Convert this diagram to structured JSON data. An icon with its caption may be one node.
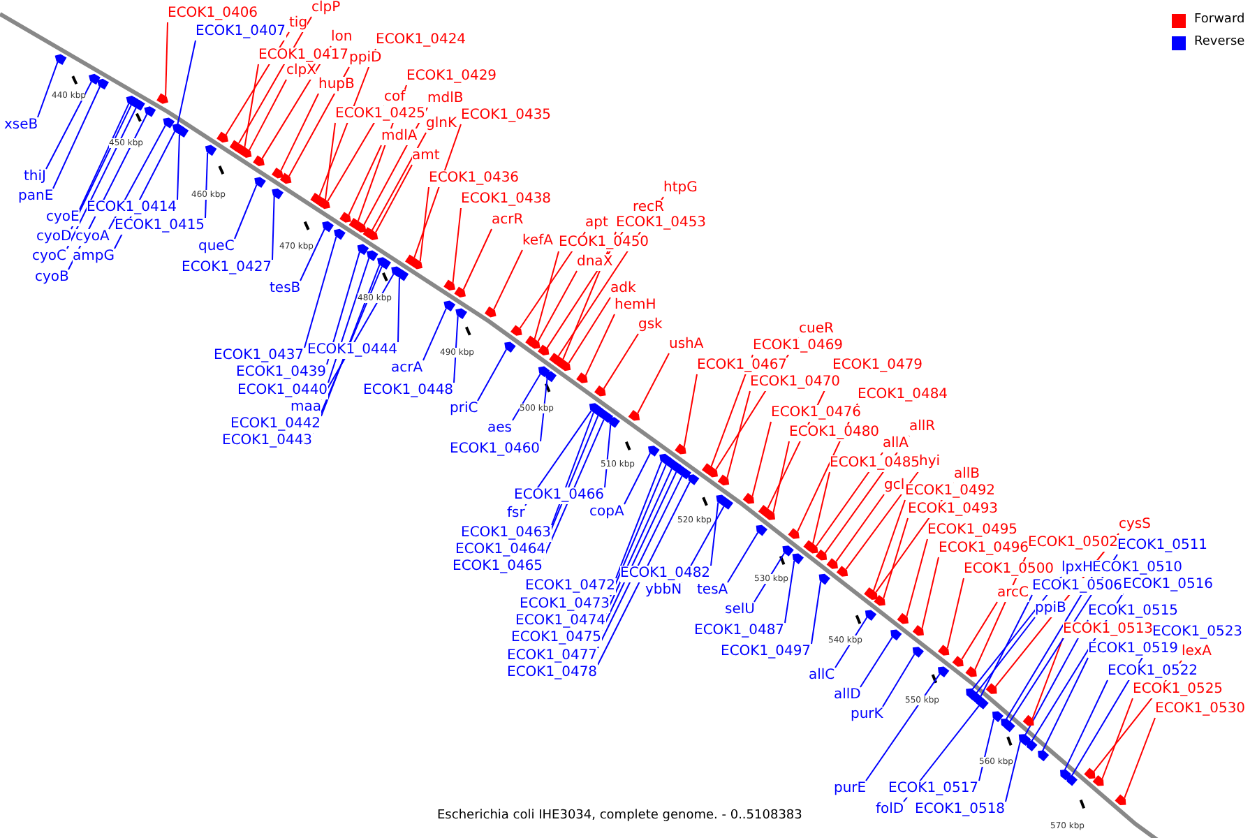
{
  "diagram": {
    "caption": "Escherichia coli IHE3034, complete genome. - 0..5108383",
    "nodes": [
      {
        "text": [
          "ECOK1_0406"
        ]
      },
      {
        "text": [
          "ECOK1_0407"
        ]
      },
      {
        "text": [
          "tig"
        ]
      },
      {
        "text": [
          "clpP"
        ]
      },
      {
        "text": [
          "lon"
        ]
      },
      {
        "text": [
          "ECOK1_0417"
        ]
      },
      {
        "text": [
          "ppiD"
        ]
      },
      {
        "text": [
          "ECOK1_0424"
        ]
      },
      {
        "text": [
          "clpX"
        ]
      },
      {
        "text": [
          "hupB"
        ]
      },
      {
        "text": [
          "ECOK1_0429"
        ]
      },
      {
        "text": [
          "cof"
        ]
      },
      {
        "text": [
          "mdlB"
        ]
      },
      {
        "text": [
          "ECOK1_0425"
        ]
      },
      {
        "text": [
          "mdlA"
        ]
      },
      {
        "text": [
          "glnK"
        ]
      },
      {
        "text": [
          "ECOK1_0435"
        ]
      },
      {
        "text": [
          "amt"
        ]
      },
      {
        "text": [
          "ECOK1_0436"
        ]
      },
      {
        "text": [
          "ECOK1_0438"
        ]
      },
      {
        "text": [
          "acrR"
        ]
      },
      {
        "text": [
          "htpG"
        ]
      },
      {
        "text": [
          "recR"
        ]
      },
      {
        "text": [
          "apt"
        ]
      },
      {
        "text": [
          "ECOK1_0453"
        ]
      },
      {
        "text": [
          "kefA"
        ]
      },
      {
        "text": [
          "ECOK1_0450"
        ]
      },
      {
        "text": [
          "dnaX"
        ]
      },
      {
        "text": [
          "adk"
        ]
      },
      {
        "text": [
          "hemH"
        ]
      },
      {
        "text": [
          "gsk"
        ]
      },
      {
        "text": [
          "ushA"
        ]
      },
      {
        "text": [
          "cueR"
        ]
      },
      {
        "text": [
          "ECOK1_0469"
        ]
      },
      {
        "text": [
          "ECOK1_0467"
        ]
      },
      {
        "text": [
          "ECOK1_0479"
        ]
      },
      {
        "text": [
          "ECOK1_0470"
        ]
      },
      {
        "text": [
          "ECOK1_0484"
        ]
      },
      {
        "text": [
          "ECOK1_0476"
        ]
      },
      {
        "text": [
          "allR"
        ]
      },
      {
        "text": [
          "ECOK1_0480"
        ]
      },
      {
        "text": [
          "allA"
        ]
      },
      {
        "text": [
          "ECOK1_0485"
        ]
      },
      {
        "text": [
          "hyi"
        ]
      },
      {
        "text": [
          "allB"
        ]
      },
      {
        "text": [
          "gcl"
        ]
      },
      {
        "text": [
          "ECOK1_0492"
        ]
      },
      {
        "text": [
          "ECOK1_0493"
        ]
      },
      {
        "text": [
          "ECOK1_0495"
        ]
      },
      {
        "text": [
          "ECOK1_0496"
        ]
      },
      {
        "text": [
          "cysS"
        ]
      },
      {
        "text": [
          "ECOK1_0502"
        ]
      },
      {
        "text": [
          "ECOK1_0500"
        ]
      },
      {
        "text": [
          "arcC"
        ]
      },
      {
        "text": [
          "ECOK1_0513"
        ]
      },
      {
        "text": [
          "lexA"
        ]
      },
      {
        "text": [
          "ECOK1_0525"
        ]
      },
      {
        "text": [
          "ECOK1_0530"
        ]
      },
      {
        "text": [
          "xseB"
        ]
      },
      {
        "text": [
          "thiJ"
        ]
      },
      {
        "text": [
          "panE"
        ]
      },
      {
        "text": [
          "ECOK1_0414"
        ]
      },
      {
        "text": [
          "cyoE"
        ]
      },
      {
        "text": [
          "ECOK1_0415"
        ]
      },
      {
        "text": [
          "cyoD"
        ]
      },
      {
        "text": [
          "cyoA"
        ]
      },
      {
        "text": [
          "queC"
        ]
      },
      {
        "text": [
          "cyoC"
        ]
      },
      {
        "text": [
          "ampG"
        ]
      },
      {
        "text": [
          "ECOK1_0427"
        ]
      },
      {
        "text": [
          "cyoB"
        ]
      },
      {
        "text": [
          "tesB"
        ]
      },
      {
        "text": [
          "ECOK1_0444"
        ]
      },
      {
        "text": [
          "ECOK1_0437"
        ]
      },
      {
        "text": [
          "acrA"
        ]
      },
      {
        "text": [
          "ECOK1_0439"
        ]
      },
      {
        "text": [
          "ECOK1_0440"
        ]
      },
      {
        "text": [
          "ECOK1_0448"
        ]
      },
      {
        "text": [
          "maa"
        ]
      },
      {
        "text": [
          "priC"
        ]
      },
      {
        "text": [
          "ECOK1_0442"
        ]
      },
      {
        "text": [
          "aes"
        ]
      },
      {
        "text": [
          "ECOK1_0443"
        ]
      },
      {
        "text": [
          "ECOK1_0460"
        ]
      },
      {
        "text": [
          "ECOK1_0466"
        ]
      },
      {
        "text": [
          "copA"
        ]
      },
      {
        "text": [
          "fsr"
        ]
      },
      {
        "text": [
          "ECOK1_0463"
        ]
      },
      {
        "text": [
          "ECOK1_0464"
        ]
      },
      {
        "text": [
          "ECOK1_0465"
        ]
      },
      {
        "text": [
          "ECOK1_0482"
        ]
      },
      {
        "text": [
          "ECOK1_0472"
        ]
      },
      {
        "text": [
          "ybbN"
        ]
      },
      {
        "text": [
          "tesA"
        ]
      },
      {
        "text": [
          "ECOK1_0473"
        ]
      },
      {
        "text": [
          "selU"
        ]
      },
      {
        "text": [
          "ECOK1_0474"
        ]
      },
      {
        "text": [
          "ECOK1_0487"
        ]
      },
      {
        "text": [
          "ECOK1_0475"
        ]
      },
      {
        "text": [
          "ECOK1_0497"
        ]
      },
      {
        "text": [
          "ECOK1_0477"
        ]
      },
      {
        "text": [
          "ECOK1_0478"
        ]
      },
      {
        "text": [
          "allC"
        ]
      },
      {
        "text": [
          "allD"
        ]
      },
      {
        "text": [
          "purK"
        ]
      },
      {
        "text": [
          "purE"
        ]
      },
      {
        "text": [
          "ECOK1_0517"
        ]
      },
      {
        "text": [
          "folD"
        ]
      },
      {
        "text": [
          "ECOK1_0518"
        ]
      },
      {
        "text": [
          "ECOK1_0511"
        ]
      },
      {
        "text": [
          "lpxH"
        ]
      },
      {
        "text": [
          "ECOK1_0510"
        ]
      },
      {
        "text": [
          "ECOK1_0506"
        ]
      },
      {
        "text": [
          "ECOK1_0516"
        ]
      },
      {
        "text": [
          "ppiB"
        ]
      },
      {
        "text": [
          "ECOK1_0515"
        ]
      },
      {
        "text": [
          "ECOK1_0523"
        ]
      },
      {
        "text": [
          "ECOK1_0519"
        ]
      },
      {
        "text": [
          "ECOK1_0522"
        ]
      },
      {
        "text": [],
        "shape": "arrow"
      },
      {
        "text": [],
        "shape": "arrow"
      },
      {
        "text": [],
        "shape": "arrow"
      },
      {
        "text": [],
        "shape": "arrow"
      },
      {
        "text": [],
        "shape": "arrow"
      },
      {
        "text": [],
        "shape": "arrow"
      },
      {
        "text": [],
        "shape": "arrow"
      },
      {
        "text": [],
        "shape": "arrow"
      },
      {
        "text": [],
        "shape": "arrow"
      },
      {
        "text": [],
        "shape": "arrow"
      },
      {
        "text": [],
        "shape": "arrow"
      },
      {
        "text": [],
        "shape": "arrow"
      },
      {
        "text": [],
        "shape": "arrow"
      },
      {
        "text": [],
        "shape": "arrow"
      },
      {
        "text": [],
        "shape": "arrow"
      },
      {
        "text": [],
        "shape": "arrow"
      },
      {
        "text": [],
        "shape": "arrow"
      },
      {
        "text": [],
        "shape": "arrow"
      },
      {
        "text": [],
        "shape": "arrow"
      },
      {
        "text": [],
        "shape": "arrow"
      },
      {
        "text": [],
        "shape": "arrow"
      },
      {
        "text": [],
        "shape": "arrow"
      },
      {
        "text": [],
        "shape": "arrow"
      },
      {
        "text": [],
        "shape": "arrow"
      },
      {
        "text": [],
        "shape": "arrow"
      },
      {
        "text": [],
        "shape": "arrow"
      },
      {
        "text": [],
        "shape": "arrow"
      },
      {
        "text": [],
        "shape": "arrow"
      },
      {
        "text": [],
        "shape": "arrow"
      },
      {
        "text": [],
        "shape": "arrow"
      },
      {
        "text": [],
        "shape": "arrow"
      },
      {
        "text": [],
        "shape": "arrow"
      },
      {
        "text": [],
        "shape": "arrow"
      },
      {
        "text": [],
        "shape": "arrow"
      },
      {
        "text": [],
        "shape": "arrow"
      },
      {
        "text": [],
        "shape": "arrow"
      },
      {
        "text": [],
        "shape": "arrow"
      },
      {
        "text": [],
        "shape": "arrow"
      },
      {
        "text": [],
        "shape": "arrow"
      },
      {
        "text": [],
        "shape": "arrow"
      },
      {
        "text": [],
        "shape": "arrow"
      },
      {
        "text": [],
        "shape": "arrow"
      },
      {
        "text": [],
        "shape": "arrow"
      },
      {
        "text": [],
        "shape": "arrow"
      },
      {
        "text": [],
        "shape": "arrow"
      },
      {
        "text": [],
        "shape": "arrow"
      },
      {
        "text": [],
        "shape": "arrow"
      },
      {
        "text": [],
        "shape": "arrow"
      },
      {
        "text": [],
        "shape": "arrow"
      },
      {
        "text": [],
        "shape": "arrow"
      },
      {
        "text": [],
        "shape": "arrow"
      },
      {
        "text": [],
        "shape": "arrow"
      },
      {
        "text": [],
        "shape": "arrow"
      },
      {
        "text": [],
        "shape": "arrow"
      },
      {
        "text": [],
        "shape": "arrow"
      },
      {
        "text": [],
        "shape": "arrow"
      },
      {
        "text": [],
        "shape": "arrow"
      },
      {
        "text": [],
        "shape": "arrow"
      },
      {
        "text": [],
        "shape": "arrow"
      },
      {
        "text": [],
        "shape": "arrow"
      },
      {
        "text": [],
        "shape": "arrow"
      },
      {
        "text": [],
        "shape": "arrow"
      },
      {
        "text": [],
        "shape": "arrow"
      },
      {
        "text": [],
        "shape": "arrow"
      },
      {
        "text": [],
        "shape": "arrow"
      },
      {
        "text": [],
        "shape": "arrow"
      },
      {
        "text": [],
        "shape": "arrow"
      },
      {
        "text": [],
        "shape": "arrow"
      },
      {
        "text": [],
        "shape": "arrow"
      },
      {
        "text": [],
        "shape": "arrow"
      },
      {
        "text": [],
        "shape": "arrow"
      },
      {
        "text": [],
        "shape": "arrow"
      },
      {
        "text": [],
        "shape": "arrow"
      },
      {
        "text": [],
        "shape": "arrow"
      },
      {
        "text": [],
        "shape": "arrow"
      },
      {
        "text": [],
        "shape": "arrow"
      },
      {
        "text": [],
        "shape": "arrow"
      },
      {
        "text": [],
        "shape": "arrow"
      },
      {
        "text": [],
        "shape": "arrow"
      },
      {
        "text": [],
        "shape": "arrow"
      },
      {
        "text": [],
        "shape": "arrow"
      },
      {
        "text": [],
        "shape": "arrow"
      },
      {
        "text": [],
        "shape": "arrow"
      },
      {
        "text": [],
        "shape": "arrow"
      },
      {
        "text": [],
        "shape": "arrow"
      },
      {
        "text": [],
        "shape": "arrow"
      },
      {
        "text": [],
        "shape": "arrow"
      },
      {
        "text": [],
        "shape": "arrow"
      },
      {
        "text": [],
        "shape": "arrow"
      },
      {
        "text": [],
        "shape": "arrow"
      },
      {
        "text": [],
        "shape": "arrow"
      },
      {
        "text": [],
        "shape": "arrow"
      },
      {
        "text": [],
        "shape": "arrow"
      },
      {
        "text": [],
        "shape": "arrow"
      },
      {
        "text": [],
        "shape": "arrow"
      },
      {
        "text": [],
        "shape": "arrow"
      },
      {
        "text": [],
        "shape": "arrow"
      },
      {
        "text": [],
        "shape": "arrow"
      },
      {
        "text": [],
        "shape": "arrow"
      },
      {
        "text": [],
        "shape": "arrow"
      },
      {
        "text": [],
        "shape": "arrow"
      },
      {
        "text": [],
        "shape": "arrow"
      },
      {
        "text": [],
        "shape": "arrow"
      },
      {
        "text": [],
        "shape": "arrow"
      },
      {
        "text": [],
        "shape": "arrow"
      },
      {
        "text": [],
        "shape": "arrow"
      },
      {
        "text": [],
        "shape": "arrow"
      },
      {
        "text": [],
        "shape": "arrow"
      },
      {
        "text": [],
        "shape": "arrow"
      },
      {
        "text": [],
        "shape": "arrow"
      },
      {
        "text": [],
        "shape": "arrow"
      },
      {
        "text": [],
        "shape": "arrow"
      },
      {
        "text": [],
        "shape": "arrow"
      },
      {
        "text": [],
        "shape": "arrow"
      },
      {
        "text": [],
        "shape": "arrow"
      },
      {
        "text": [],
        "shape": "arrow"
      },
      {
        "text": [],
        "shape": "arrow"
      },
      {
        "text": [],
        "shape": "arrow"
      },
      {
        "text": [],
        "shape": "arrow"
      }
    ],
    "edges": [
      {
        "from": 0,
        "to": 119,
        "arrow": "none",
        "color": "#ff0000"
      },
      {
        "from": 1,
        "to": 120,
        "arrow": "none",
        "color": "#0000ff"
      },
      {
        "from": 2,
        "to": 121,
        "arrow": "none",
        "color": "#ff0000"
      },
      {
        "from": 3,
        "to": 122,
        "arrow": "none",
        "color": "#ff0000"
      },
      {
        "from": 4,
        "to": 123,
        "arrow": "none",
        "color": "#ff0000"
      },
      {
        "from": 5,
        "to": 124,
        "arrow": "none",
        "color": "#ff0000"
      },
      {
        "from": 6,
        "to": 125,
        "arrow": "none",
        "color": "#ff0000"
      },
      {
        "from": 7,
        "to": 126,
        "arrow": "none",
        "color": "#ff0000"
      },
      {
        "from": 8,
        "to": 127,
        "arrow": "none",
        "color": "#ff0000"
      },
      {
        "from": 9,
        "to": 128,
        "arrow": "none",
        "color": "#ff0000"
      },
      {
        "from": 10,
        "to": 129,
        "arrow": "none",
        "color": "#ff0000"
      },
      {
        "from": 11,
        "to": 130,
        "arrow": "none",
        "color": "#ff0000"
      },
      {
        "from": 12,
        "to": 131,
        "arrow": "none",
        "color": "#ff0000"
      },
      {
        "from": 13,
        "to": 132,
        "arrow": "none",
        "color": "#ff0000"
      },
      {
        "from": 14,
        "to": 133,
        "arrow": "none",
        "color": "#ff0000"
      },
      {
        "from": 15,
        "to": 134,
        "arrow": "none",
        "color": "#ff0000"
      },
      {
        "from": 16,
        "to": 135,
        "arrow": "none",
        "color": "#ff0000"
      },
      {
        "from": 17,
        "to": 136,
        "arrow": "none",
        "color": "#ff0000"
      },
      {
        "from": 18,
        "to": 137,
        "arrow": "none",
        "color": "#ff0000"
      },
      {
        "from": 19,
        "to": 138,
        "arrow": "none",
        "color": "#ff0000"
      },
      {
        "from": 20,
        "to": 139,
        "arrow": "none",
        "color": "#ff0000"
      },
      {
        "from": 21,
        "to": 140,
        "arrow": "none",
        "color": "#ff0000"
      },
      {
        "from": 22,
        "to": 141,
        "arrow": "none",
        "color": "#ff0000"
      },
      {
        "from": 23,
        "to": 142,
        "arrow": "none",
        "color": "#ff0000"
      },
      {
        "from": 24,
        "to": 143,
        "arrow": "none",
        "color": "#ff0000"
      },
      {
        "from": 25,
        "to": 144,
        "arrow": "none",
        "color": "#ff0000"
      },
      {
        "from": 26,
        "to": 145,
        "arrow": "none",
        "color": "#ff0000"
      },
      {
        "from": 27,
        "to": 146,
        "arrow": "none",
        "color": "#ff0000"
      },
      {
        "from": 28,
        "to": 147,
        "arrow": "none",
        "color": "#ff0000"
      },
      {
        "from": 29,
        "to": 148,
        "arrow": "none",
        "color": "#ff0000"
      },
      {
        "from": 30,
        "to": 149,
        "arrow": "none",
        "color": "#ff0000"
      },
      {
        "from": 31,
        "to": 150,
        "arrow": "none",
        "color": "#ff0000"
      },
      {
        "from": 32,
        "to": 151,
        "arrow": "none",
        "color": "#ff0000"
      },
      {
        "from": 33,
        "to": 152,
        "arrow": "none",
        "color": "#ff0000"
      },
      {
        "from": 34,
        "to": 153,
        "arrow": "none",
        "color": "#ff0000"
      },
      {
        "from": 35,
        "to": 154,
        "arrow": "none",
        "color": "#ff0000"
      },
      {
        "from": 36,
        "to": 155,
        "arrow": "none",
        "color": "#ff0000"
      },
      {
        "from": 37,
        "to": 156,
        "arrow": "none",
        "color": "#ff0000"
      },
      {
        "from": 38,
        "to": 157,
        "arrow": "none",
        "color": "#ff0000"
      },
      {
        "from": 39,
        "to": 158,
        "arrow": "none",
        "color": "#ff0000"
      },
      {
        "from": 40,
        "to": 159,
        "arrow": "none",
        "color": "#ff0000"
      },
      {
        "from": 41,
        "to": 160,
        "arrow": "none",
        "color": "#ff0000"
      },
      {
        "from": 42,
        "to": 161,
        "arrow": "none",
        "color": "#ff0000"
      },
      {
        "from": 43,
        "to": 162,
        "arrow": "none",
        "color": "#ff0000"
      },
      {
        "from": 44,
        "to": 163,
        "arrow": "none",
        "color": "#ff0000"
      },
      {
        "from": 45,
        "to": 164,
        "arrow": "none",
        "color": "#ff0000"
      },
      {
        "from": 46,
        "to": 165,
        "arrow": "none",
        "color": "#ff0000"
      },
      {
        "from": 47,
        "to": 166,
        "arrow": "none",
        "color": "#ff0000"
      },
      {
        "from": 48,
        "to": 167,
        "arrow": "none",
        "color": "#ff0000"
      },
      {
        "from": 49,
        "to": 168,
        "arrow": "none",
        "color": "#ff0000"
      },
      {
        "from": 50,
        "to": 169,
        "arrow": "none",
        "color": "#ff0000"
      },
      {
        "from": 51,
        "to": 170,
        "arrow": "none",
        "color": "#ff0000"
      },
      {
        "from": 52,
        "to": 171,
        "arrow": "none",
        "color": "#ff0000"
      },
      {
        "from": 53,
        "to": 172,
        "arrow": "none",
        "color": "#ff0000"
      },
      {
        "from": 54,
        "to": 173,
        "arrow": "none",
        "color": "#ff0000"
      },
      {
        "from": 55,
        "to": 174,
        "arrow": "none",
        "color": "#ff0000"
      },
      {
        "from": 56,
        "to": 175,
        "arrow": "none",
        "color": "#ff0000"
      },
      {
        "from": 57,
        "to": 176,
        "arrow": "none",
        "color": "#ff0000"
      },
      {
        "from": 58,
        "to": 177,
        "arrow": "none",
        "color": "#0000ff"
      },
      {
        "from": 59,
        "to": 178,
        "arrow": "none",
        "color": "#0000ff"
      },
      {
        "from": 60,
        "to": 179,
        "arrow": "none",
        "color": "#0000ff"
      },
      {
        "from": 61,
        "to": 180,
        "arrow": "none",
        "color": "#0000ff"
      },
      {
        "from": 62,
        "to": 181,
        "arrow": "none",
        "color": "#0000ff"
      },
      {
        "from": 63,
        "to": 182,
        "arrow": "none",
        "color": "#0000ff"
      },
      {
        "from": 64,
        "to": 183,
        "arrow": "none",
        "color": "#0000ff"
      },
      {
        "from": 65,
        "to": 184,
        "arrow": "none",
        "color": "#0000ff"
      },
      {
        "from": 66,
        "to": 185,
        "arrow": "none",
        "color": "#0000ff"
      },
      {
        "from": 67,
        "to": 186,
        "arrow": "none",
        "color": "#0000ff"
      },
      {
        "from": 68,
        "to": 187,
        "arrow": "none",
        "color": "#0000ff"
      },
      {
        "from": 69,
        "to": 188,
        "arrow": "none",
        "color": "#0000ff"
      },
      {
        "from": 70,
        "to": 189,
        "arrow": "none",
        "color": "#0000ff"
      },
      {
        "from": 71,
        "to": 190,
        "arrow": "none",
        "color": "#0000ff"
      },
      {
        "from": 72,
        "to": 191,
        "arrow": "none",
        "color": "#0000ff"
      },
      {
        "from": 73,
        "to": 192,
        "arrow": "none",
        "color": "#0000ff"
      },
      {
        "from": 74,
        "to": 193,
        "arrow": "none",
        "color": "#0000ff"
      },
      {
        "from": 75,
        "to": 194,
        "arrow": "none",
        "color": "#0000ff"
      },
      {
        "from": 76,
        "to": 195,
        "arrow": "none",
        "color": "#0000ff"
      },
      {
        "from": 77,
        "to": 196,
        "arrow": "none",
        "color": "#0000ff"
      },
      {
        "from": 78,
        "to": 197,
        "arrow": "none",
        "color": "#0000ff"
      },
      {
        "from": 79,
        "to": 198,
        "arrow": "none",
        "color": "#0000ff"
      },
      {
        "from": 80,
        "to": 199,
        "arrow": "none",
        "color": "#0000ff"
      },
      {
        "from": 81,
        "to": 200,
        "arrow": "none",
        "color": "#0000ff"
      },
      {
        "from": 82,
        "to": 201,
        "arrow": "none",
        "color": "#0000ff"
      },
      {
        "from": 83,
        "to": 202,
        "arrow": "none",
        "color": "#0000ff"
      },
      {
        "from": 84,
        "to": 203,
        "arrow": "none",
        "color": "#0000ff"
      },
      {
        "from": 85,
        "to": 204,
        "arrow": "none",
        "color": "#0000ff"
      },
      {
        "from": 86,
        "to": 205,
        "arrow": "none",
        "color": "#0000ff"
      },
      {
        "from": 87,
        "to": 206,
        "arrow": "none",
        "color": "#0000ff"
      },
      {
        "from": 88,
        "to": 207,
        "arrow": "none",
        "color": "#0000ff"
      },
      {
        "from": 89,
        "to": 208,
        "arrow": "none",
        "color": "#0000ff"
      },
      {
        "from": 90,
        "to": 209,
        "arrow": "none",
        "color": "#0000ff"
      },
      {
        "from": 91,
        "to": 210,
        "arrow": "none",
        "color": "#0000ff"
      },
      {
        "from": 92,
        "to": 211,
        "arrow": "none",
        "color": "#0000ff"
      },
      {
        "from": 93,
        "to": 212,
        "arrow": "none",
        "color": "#0000ff"
      },
      {
        "from": 94,
        "to": 213,
        "arrow": "none",
        "color": "#0000ff"
      },
      {
        "from": 95,
        "to": 214,
        "arrow": "none",
        "color": "#0000ff"
      },
      {
        "from": 96,
        "to": 215,
        "arrow": "none",
        "color": "#0000ff"
      },
      {
        "from": 97,
        "to": 216,
        "arrow": "none",
        "color": "#0000ff"
      },
      {
        "from": 98,
        "to": 217,
        "arrow": "none",
        "color": "#0000ff"
      },
      {
        "from": 99,
        "to": 218,
        "arrow": "none",
        "color": "#0000ff"
      },
      {
        "from": 100,
        "to": 219,
        "arrow": "none",
        "color": "#0000ff"
      },
      {
        "from": 101,
        "to": 220,
        "arrow": "none",
        "color": "#0000ff"
      },
      {
        "from": 102,
        "to": 221,
        "arrow": "none",
        "color": "#0000ff"
      },
      {
        "from": 103,
        "to": 222,
        "arrow": "none",
        "color": "#0000ff"
      },
      {
        "from": 104,
        "to": 223,
        "arrow": "none",
        "color": "#0000ff"
      },
      {
        "from": 105,
        "to": 224,
        "arrow": "none",
        "color": "#0000ff"
      },
      {
        "from": 106,
        "to": 225,
        "arrow": "none",
        "color": "#0000ff"
      },
      {
        "from": 107,
        "to": 226,
        "arrow": "none",
        "color": "#0000ff"
      },
      {
        "from": 108,
        "to": 227,
        "arrow": "none",
        "color": "#0000ff"
      },
      {
        "from": 109,
        "to": 228,
        "arrow": "none",
        "color": "#0000ff"
      },
      {
        "from": 110,
        "to": 229,
        "arrow": "none",
        "color": "#0000ff"
      },
      {
        "from": 111,
        "to": 230,
        "arrow": "none",
        "color": "#0000ff"
      },
      {
        "from": 112,
        "to": 231,
        "arrow": "none",
        "color": "#0000ff"
      },
      {
        "from": 113,
        "to": 232,
        "arrow": "none",
        "color": "#0000ff"
      },
      {
        "from": 114,
        "to": 233,
        "arrow": "none",
        "color": "#0000ff"
      },
      {
        "from": 115,
        "to": 234,
        "arrow": "none",
        "color": "#0000ff"
      },
      {
        "from": 116,
        "to": 235,
        "arrow": "none",
        "color": "#0000ff"
      },
      {
        "from": 117,
        "to": 236,
        "arrow": "none",
        "color": "#0000ff"
      },
      {
        "from": 118,
        "to": 237,
        "arrow": "none",
        "color": "#0000ff"
      }
    ],
    "labels": [
      "440 kbp",
      "450 kbp",
      "460 kbp",
      "470 kbp",
      "480 kbp",
      "490 kbp",
      "500 kbp",
      "510 kbp",
      "520 kbp",
      "530 kbp",
      "540 kbp",
      "550 kbp",
      "560 kbp",
      "570 kbp"
    ],
    "legend": [
      {
        "text": "Forward",
        "color": "#ff0000"
      },
      {
        "text": "Reverse",
        "color": "#0000ff"
      }
    ]
  }
}
